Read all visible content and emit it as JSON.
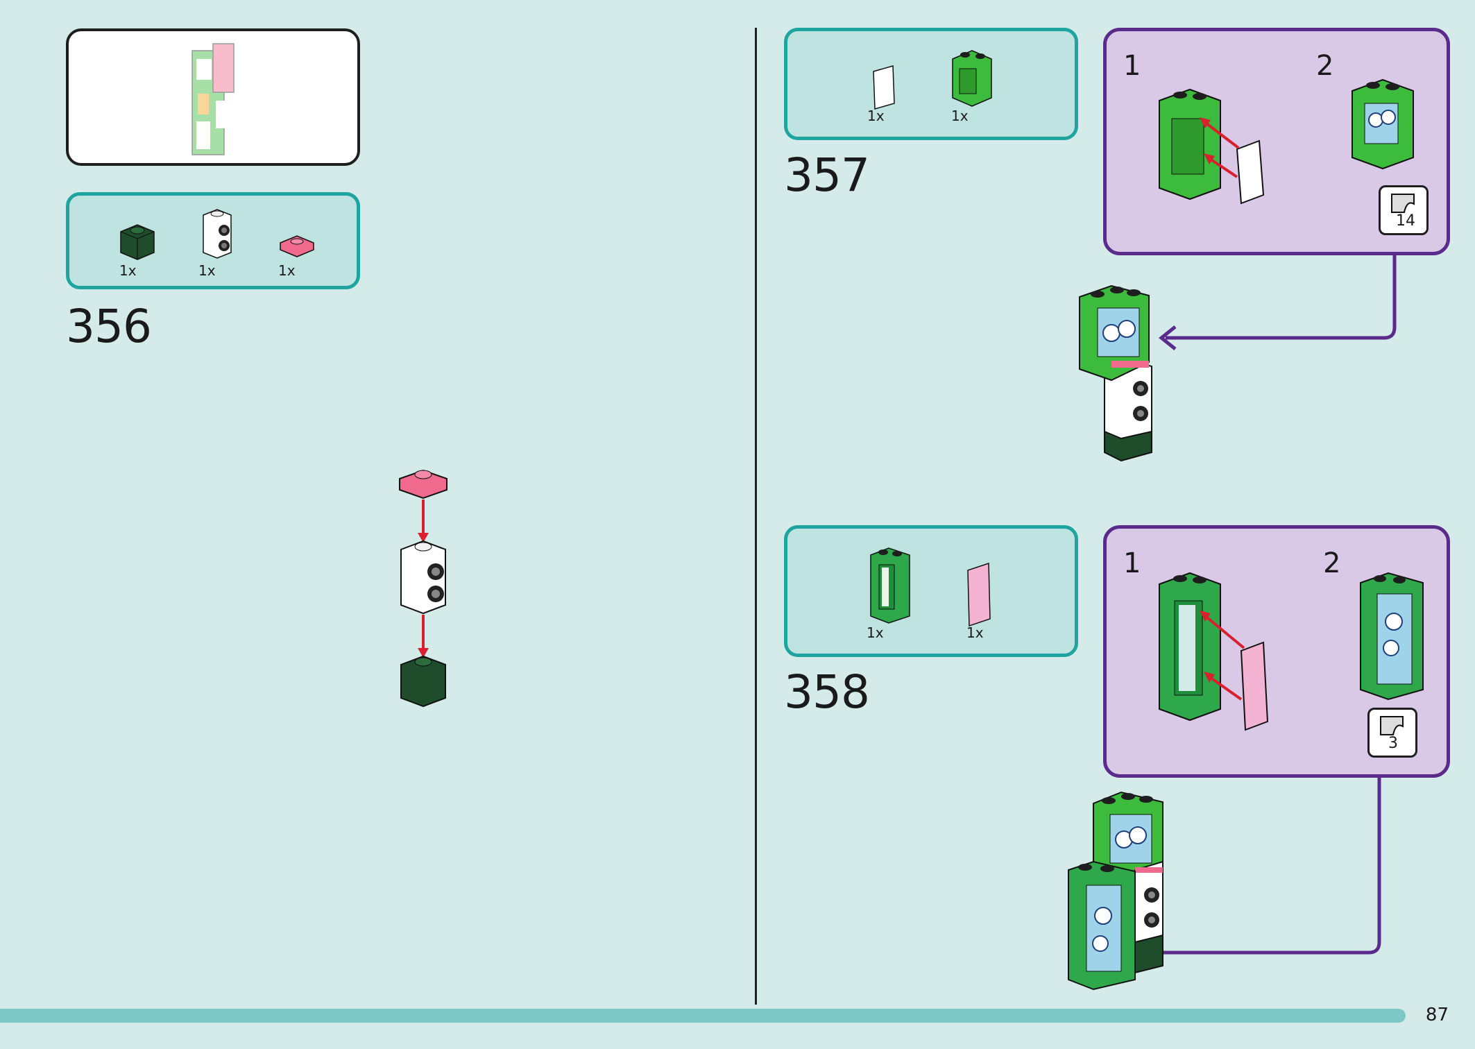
{
  "steps": [
    {
      "number": "356",
      "parts": [
        {
          "qty": "1x"
        },
        {
          "qty": "1x"
        },
        {
          "qty": "1x"
        }
      ]
    },
    {
      "number": "357",
      "parts": [
        {
          "qty": "1x"
        },
        {
          "qty": "1x"
        }
      ],
      "substeps": [
        {
          "label": "1"
        },
        {
          "label": "2"
        }
      ],
      "sticker": "14"
    },
    {
      "number": "358",
      "parts": [
        {
          "qty": "1x"
        },
        {
          "qty": "1x"
        }
      ],
      "substeps": [
        {
          "label": "1"
        },
        {
          "label": "2"
        }
      ],
      "sticker": "3"
    }
  ],
  "page_number": "87",
  "colors": {
    "background": "#d4ebe9",
    "parts_box_border": "#1fa5a0",
    "substep_border": "#5b2b8c",
    "arrow_red": "#d8202e",
    "brick_green": "#3dbb3d",
    "brick_dark_green": "#1f4d2c",
    "plate_pink": "#f06a8e"
  }
}
